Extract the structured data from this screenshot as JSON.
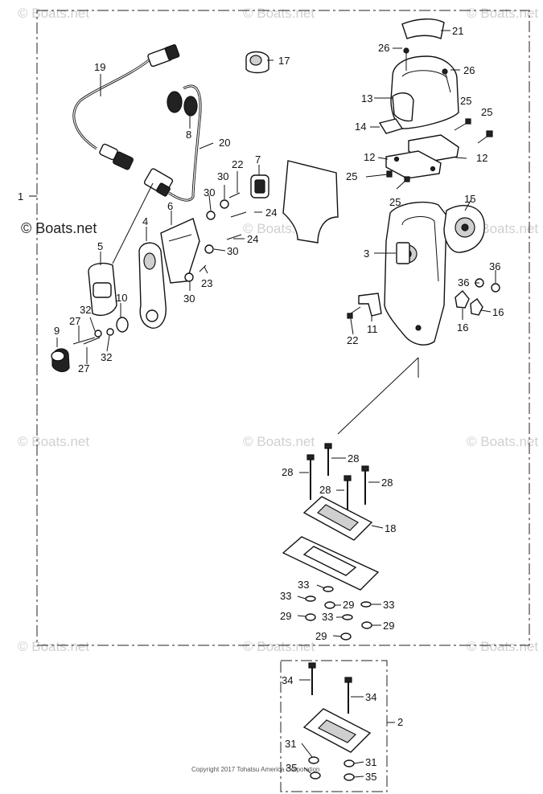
{
  "watermarks": {
    "faint": "© Boats.net",
    "strong": "© Boats.net"
  },
  "copyright": "Copyright 2017 Tohatsu America Corporation",
  "callouts": {
    "c1": "1",
    "c2": "2",
    "c3": "3",
    "c4": "4",
    "c5": "5",
    "c6": "6",
    "c7": "7",
    "c8": "8",
    "c9": "9",
    "c10": "10",
    "c11": "11",
    "c12": "12",
    "c13": "13",
    "c14": "14",
    "c15": "15",
    "c16": "16",
    "c17": "17",
    "c18": "18",
    "c19": "19",
    "c20": "20",
    "c21": "21",
    "c22": "22",
    "c23": "23",
    "c24": "24",
    "c25": "25",
    "c26": "26",
    "c27": "27",
    "c28": "28",
    "c29": "29",
    "c30": "30",
    "c31": "31",
    "c32": "32",
    "c33": "33",
    "c34": "34",
    "c35": "35",
    "c36": "36"
  }
}
